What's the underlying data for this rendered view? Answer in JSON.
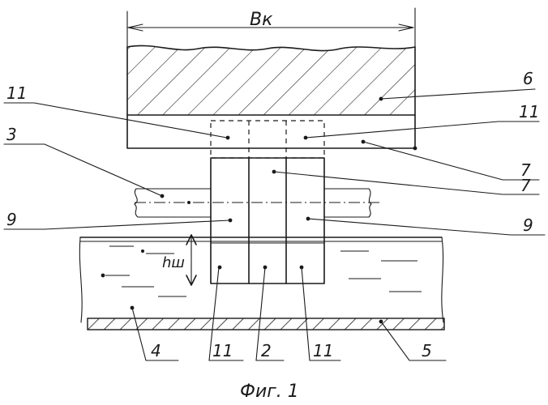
{
  "figure": {
    "caption": "Фиг. 1",
    "dimension_width": "Вк",
    "dimension_height": "hш"
  },
  "labels": {
    "n11_top_left": "11",
    "n11_top_right": "11",
    "n3": "3",
    "n9_left": "9",
    "n9_right": "9",
    "n6": "6",
    "n7_upper": "7",
    "n7_lower": "7",
    "n4": "4",
    "n11_bottom_left": "11",
    "n2": "2",
    "n11_bottom_right": "11",
    "n5": "5"
  }
}
